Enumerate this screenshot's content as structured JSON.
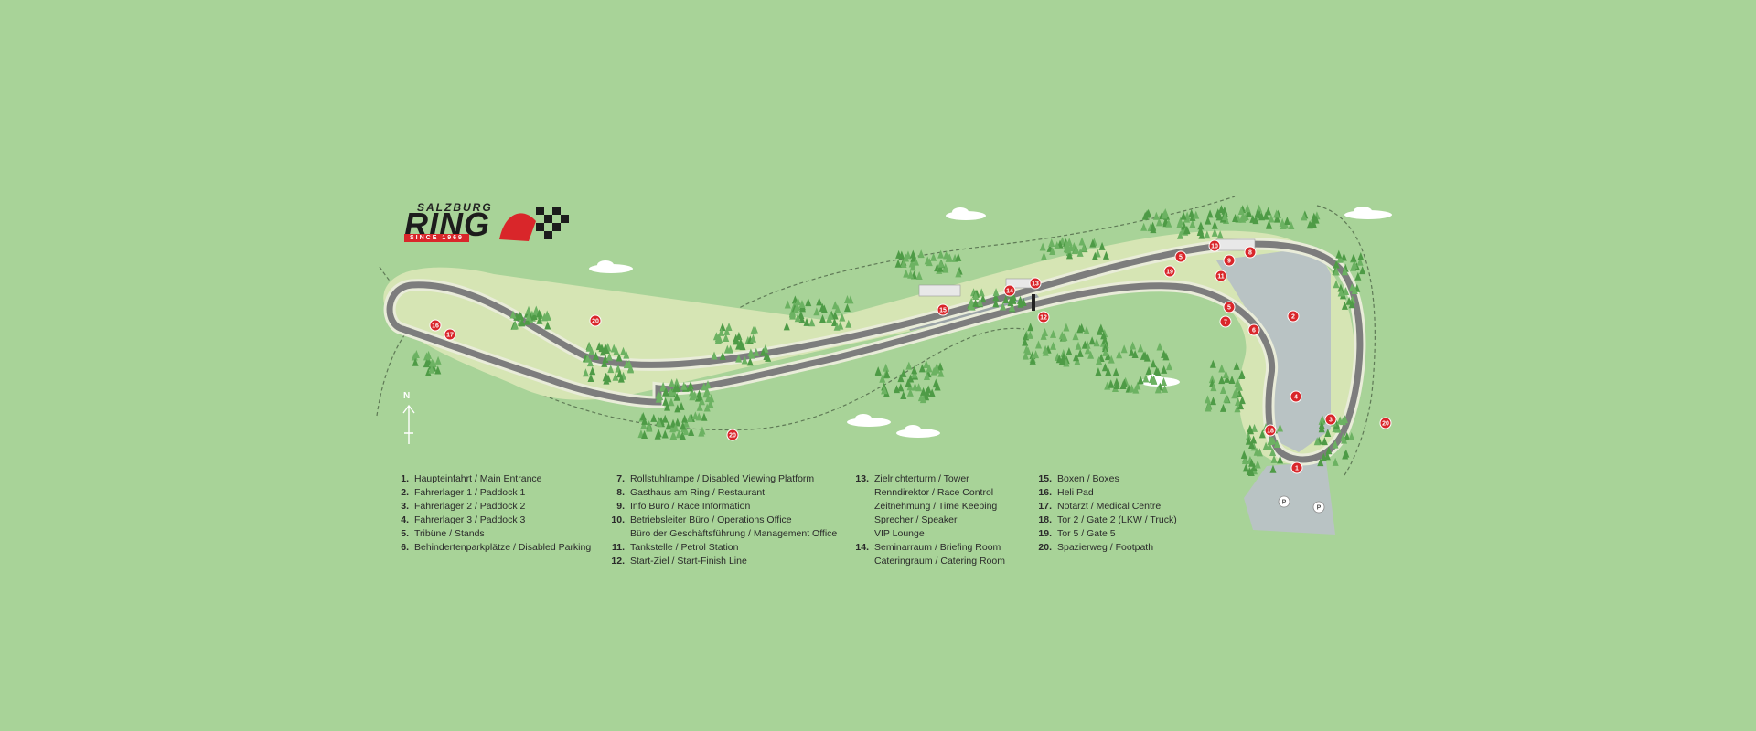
{
  "logo": {
    "top": "SALZBURG",
    "main": "RING",
    "since": "SINCE 1969"
  },
  "compass": {
    "label": "N"
  },
  "colors": {
    "background": "#a8d398",
    "track": "#7d7d7d",
    "track_edge": "#e9ecd9",
    "marker": "#d9262a",
    "tree": "#4e9b46",
    "paddock": "#b9c3c4"
  },
  "legend": {
    "col1": [
      {
        "num": "1.",
        "text": "Haupteinfahrt / Main Entrance"
      },
      {
        "num": "2.",
        "text": "Fahrerlager 1 / Paddock 1"
      },
      {
        "num": "3.",
        "text": "Fahrerlager 2 / Paddock 2"
      },
      {
        "num": "4.",
        "text": "Fahrerlager 3 / Paddock 3"
      },
      {
        "num": "5.",
        "text": "Tribüne / Stands"
      },
      {
        "num": "6.",
        "text": "Behindertenparkplätze / Disabled Parking"
      }
    ],
    "col2": [
      {
        "num": "7.",
        "text": "Rollstuhlrampe / Disabled Viewing Platform"
      },
      {
        "num": "8.",
        "text": "Gasthaus am Ring / Restaurant"
      },
      {
        "num": "9.",
        "text": "Info Büro / Race Information"
      },
      {
        "num": "10.",
        "text": "Betriebsleiter Büro / Operations Office",
        "sub": [
          "Büro der Geschäftsführung / Management Office"
        ]
      },
      {
        "num": "11.",
        "text": "Tankstelle / Petrol Station"
      },
      {
        "num": "12.",
        "text": "Start-Ziel / Start-Finish Line"
      }
    ],
    "col3": [
      {
        "num": "13.",
        "text": "Zielrichterturm / Tower",
        "sub": [
          "Renndirektor / Race Control",
          "Zeitnehmung / Time Keeping",
          "Sprecher / Speaker",
          "VIP Lounge"
        ]
      },
      {
        "num": "14.",
        "text": "Seminarraum / Briefing Room",
        "sub": [
          "Cateringraum / Catering Room"
        ]
      }
    ],
    "col4": [
      {
        "num": "15.",
        "text": "Boxen / Boxes"
      },
      {
        "num": "16.",
        "text": "Heli Pad"
      },
      {
        "num": "17.",
        "text": "Notarzt / Medical Centre"
      },
      {
        "num": "18.",
        "text": "Tor 2 / Gate 2 (LKW / Truck)"
      },
      {
        "num": "19.",
        "text": "Tor 5 / Gate 5"
      },
      {
        "num": "20.",
        "text": "Spazierweg / Footpath"
      }
    ]
  },
  "markers": [
    {
      "label": "1"
    },
    {
      "label": "2"
    },
    {
      "label": "3"
    },
    {
      "label": "4"
    },
    {
      "label": "5"
    },
    {
      "label": "5"
    },
    {
      "label": "6"
    },
    {
      "label": "7"
    },
    {
      "label": "8"
    },
    {
      "label": "9"
    },
    {
      "label": "10"
    },
    {
      "label": "11"
    },
    {
      "label": "12"
    },
    {
      "label": "13"
    },
    {
      "label": "14"
    },
    {
      "label": "15"
    },
    {
      "label": "16"
    },
    {
      "label": "17"
    },
    {
      "label": "18"
    },
    {
      "label": "19"
    },
    {
      "label": "20"
    },
    {
      "label": "20"
    },
    {
      "label": "20"
    }
  ],
  "parking": [
    {
      "label": "P"
    },
    {
      "label": "P"
    }
  ]
}
